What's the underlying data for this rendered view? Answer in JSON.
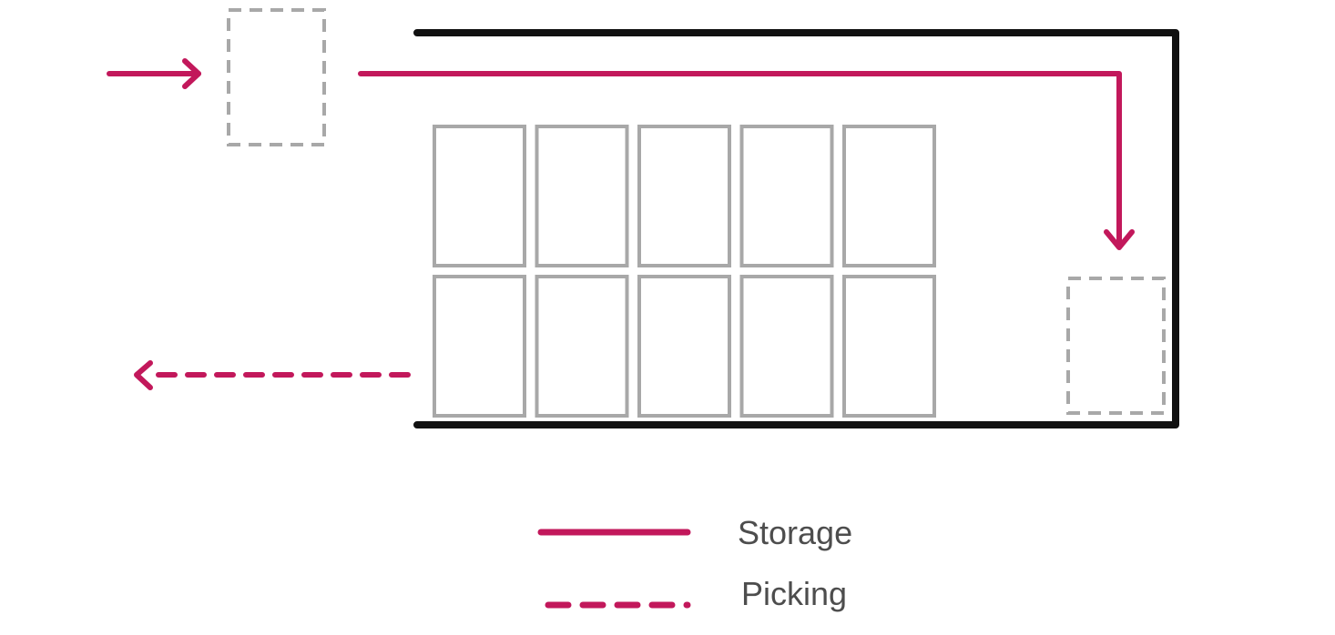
{
  "colors": {
    "flow": "#c2185b",
    "wall": "#111111",
    "rack": "#a8a8a8",
    "staging": "#a8a8a8",
    "text": "#4d4d4d"
  },
  "rack_grid": {
    "rows": 2,
    "columns": 5
  },
  "legend": {
    "storage": {
      "label": "Storage",
      "line_style": "solid"
    },
    "picking": {
      "label": "Picking",
      "line_style": "dashed"
    }
  }
}
